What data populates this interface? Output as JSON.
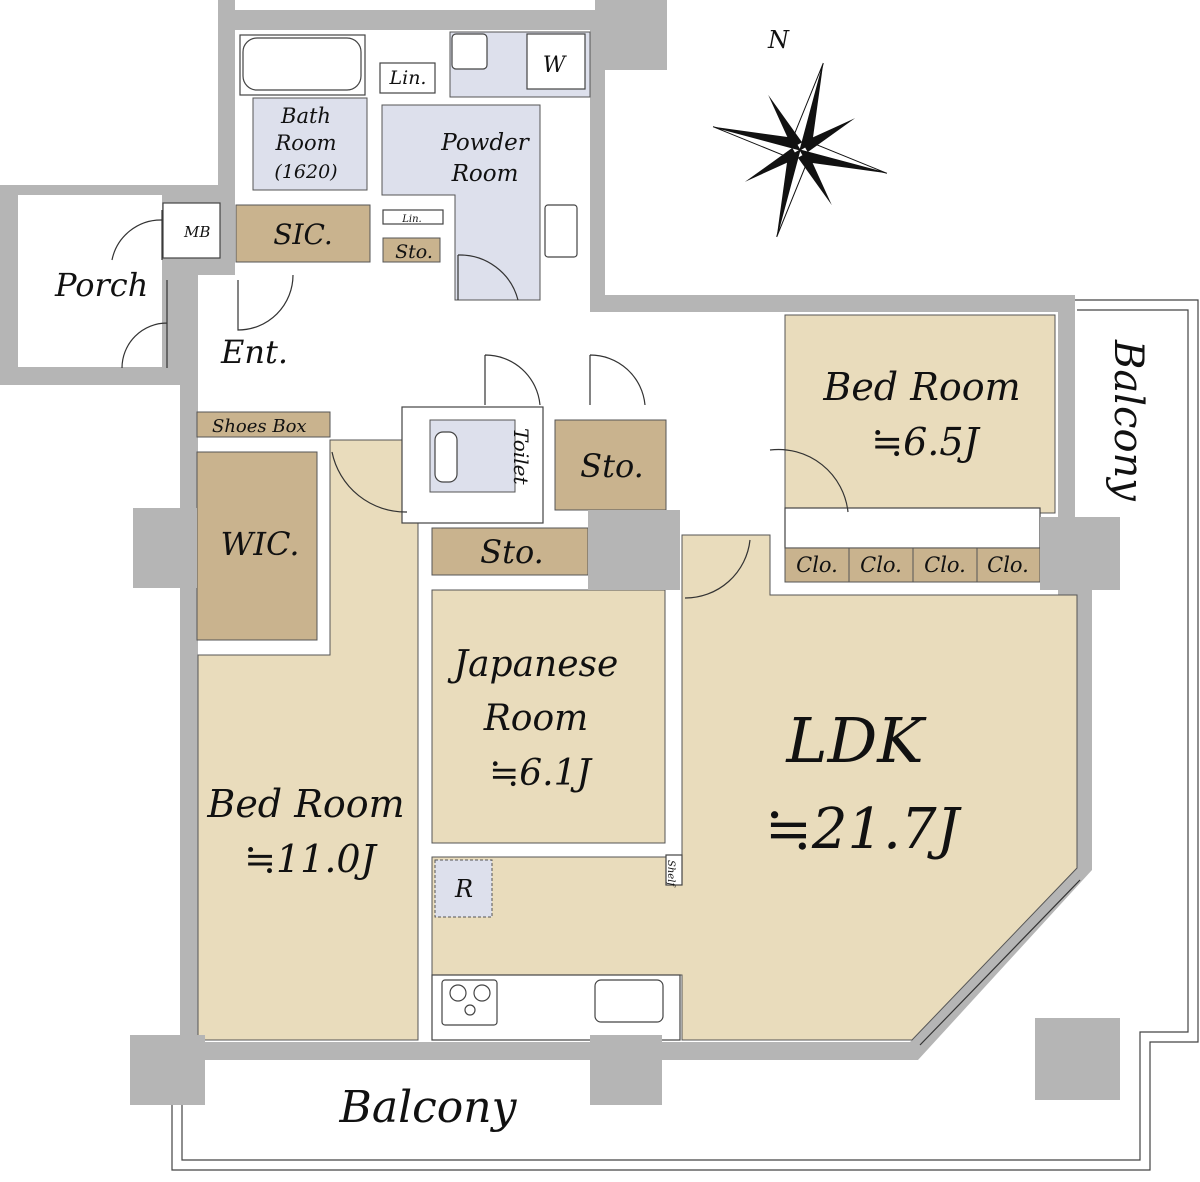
{
  "compass": {
    "north_label": "N"
  },
  "rooms": {
    "porch": "Porch",
    "mb": "MB",
    "entrance": "Ent.",
    "shoes_box": "Shoes Box",
    "bath_line1": "Bath",
    "bath_line2": "Room",
    "bath_line3": "(1620)",
    "powder_line1": "Powder",
    "powder_line2": "Room",
    "linen_top": "Lin.",
    "linen_small": "Lin.",
    "washer": "W",
    "sic": "SIC.",
    "sto_small": "Sto.",
    "toilet": "Toilet",
    "sto_right": "Sto.",
    "sto_below": "Sto.",
    "wic": "WIC.",
    "japanese_line1": "Japanese",
    "japanese_line2": "Room",
    "japanese_size": "≒6.1J",
    "bed_large": "Bed Room",
    "bed_large_size": "≒11.0J",
    "bed_small": "Bed Room",
    "bed_small_size": "≒6.5J",
    "closets": [
      "Clo.",
      "Clo.",
      "Clo.",
      "Clo."
    ],
    "ldk": "LDK",
    "ldk_size": "≒21.7J",
    "refrigerator": "R",
    "shelf": "Shelf",
    "balcony_bottom": "Balcony",
    "balcony_right": "Balcony"
  },
  "colors": {
    "wall": "#b5b5b5",
    "room": "#e9dcbc",
    "storage": "#c9b38e",
    "wet": "#dde0ec"
  }
}
